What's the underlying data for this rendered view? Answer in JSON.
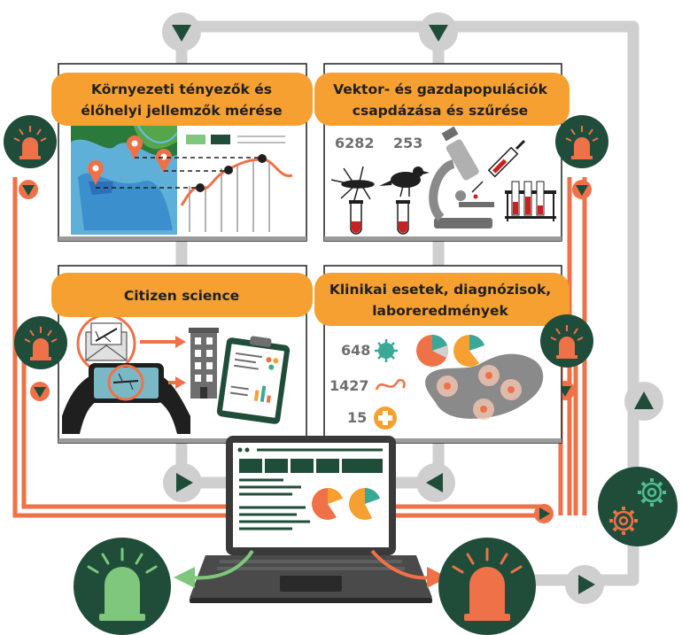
{
  "panels": {
    "environment": {
      "title_line1": "Környezeti tényezők és",
      "title_line2": "élőhelyi jellemzők mérése"
    },
    "vector": {
      "title_line1": "Vektor- és gazdapopulációk",
      "title_line2": "csapdázása és szűrése",
      "mosquito_count": "6282",
      "bird_count": "253"
    },
    "citizen": {
      "title": "Citizen science"
    },
    "clinical": {
      "title_line1": "Klinikai esetek, diagnózisok,",
      "title_line2": "laboreredmények",
      "virus_count": "648",
      "worm_count": "1427",
      "cross_count": "15"
    }
  },
  "colors": {
    "dark_green": "#1f4d3a",
    "orange": "#f5a030",
    "coral": "#ef7148",
    "gray": "#cfcfcf",
    "light_green": "#7ec77d",
    "teal": "#3aa896"
  },
  "icons": [
    "alarm-light-icon",
    "gear-icon",
    "laptop-icon",
    "map-icon",
    "microscope-icon",
    "mosquito-icon",
    "bird-icon",
    "virus-icon",
    "worm-icon",
    "cross-icon",
    "building-icon",
    "clipboard-icon",
    "smartphone-icon",
    "envelope-icon"
  ]
}
